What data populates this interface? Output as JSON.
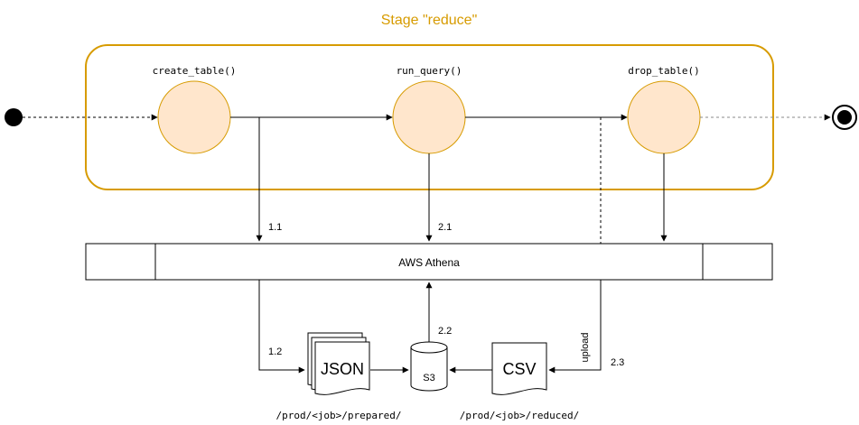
{
  "stage": {
    "title": "Stage \"reduce\"",
    "frame_color": "#d79b00",
    "title_color": "#d79b00"
  },
  "steps": {
    "create": {
      "label": "create_table()"
    },
    "run": {
      "label": "run_query()"
    },
    "drop": {
      "label": "drop_table()"
    }
  },
  "step_node_color": "#ffe6cc",
  "step_node_border": "#d79b00",
  "athena": {
    "label": "AWS Athena"
  },
  "edges": {
    "e11": "1.1",
    "e12": "1.2",
    "e21": "2.1",
    "e22": "2.2",
    "e23": "2.3",
    "upload": "upload"
  },
  "json_doc": {
    "label": "JSON"
  },
  "csv_doc": {
    "label": "CSV"
  },
  "s3": {
    "label": "S3"
  },
  "paths": {
    "prepared": "/prod/<job>/prepared/",
    "reduced": "/prod/<job>/reduced/"
  }
}
